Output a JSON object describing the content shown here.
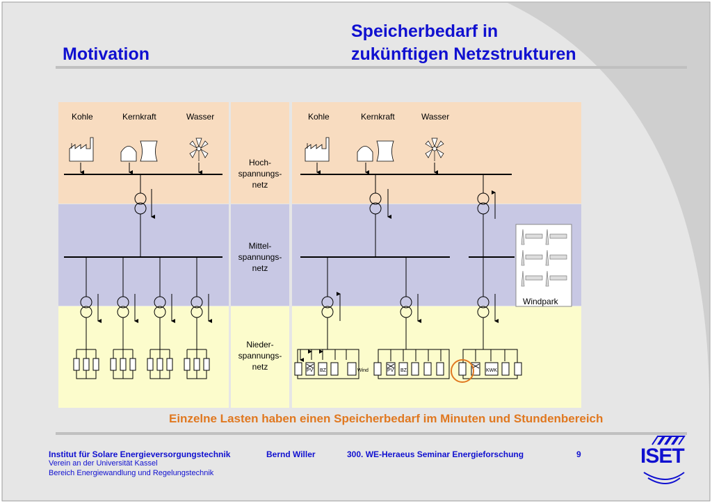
{
  "title_left": "Motivation",
  "title_right_line1": "Speicherbedarf in",
  "title_right_line2": "zukünftigen Netzstrukturen",
  "left_sources": [
    "Kohle",
    "Kernkraft",
    "Wasser"
  ],
  "right_sources": [
    "Kohle",
    "Kernkraft",
    "Wasser"
  ],
  "net_high": [
    "Hoch-",
    "spannungs-",
    "netz"
  ],
  "net_mid": [
    "Mittel-",
    "spannungs-",
    "netz"
  ],
  "net_low": [
    "Nieder-",
    "spannungs-",
    "netz"
  ],
  "windpark_label": "Windpark",
  "load_labels": {
    "pv": "PV",
    "bz": "BZ",
    "wind": "Wind",
    "kwk": "KWK"
  },
  "subtitle": "Einzelne Lasten haben einen Speicherbedarf im Minuten und Stundenbereich",
  "footer": {
    "institute": "Institut für Solare Energieversorgungstechnik",
    "line2": "Verein an der Universität Kassel",
    "line3": "Bereich Energiewandlung und Regelungstechnik",
    "author": "Bernd Willer",
    "event": "300. WE-Heraeus Seminar  Energieforschung",
    "page": "9"
  },
  "logo_text": "ISET",
  "colors": {
    "high": "#f8dcc0",
    "mid": "#c8c8e4",
    "low": "#fcfccc",
    "title": "#1010d0",
    "accent": "#e07820"
  }
}
